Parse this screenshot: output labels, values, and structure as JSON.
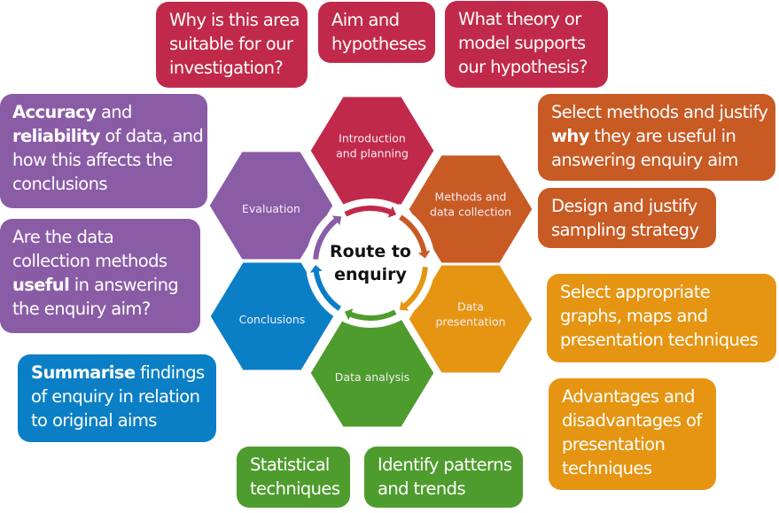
{
  "diagram": {
    "title": "Route to enquiry",
    "title_lines": [
      "Route to",
      "enquiry"
    ],
    "colors": {
      "introduction": "#c1294a",
      "methods": "#c85a24",
      "presentation": "#e59512",
      "analysis": "#4e9c2d",
      "conclusions": "#0b7fc6",
      "evaluation": "#8a5ca6"
    },
    "stages": [
      {
        "id": "introduction",
        "lines": [
          "Introduction",
          "and planning"
        ],
        "color": "#c1294a"
      },
      {
        "id": "methods",
        "lines": [
          "Methods and",
          "data collection"
        ],
        "color": "#c85a24"
      },
      {
        "id": "presentation",
        "lines": [
          "Data",
          "presentation"
        ],
        "color": "#e59512"
      },
      {
        "id": "analysis",
        "lines": [
          "Data analysis"
        ],
        "color": "#4e9c2d"
      },
      {
        "id": "conclusions",
        "lines": [
          "Conclusions"
        ],
        "color": "#0b7fc6"
      },
      {
        "id": "evaluation",
        "lines": [
          "Evaluation"
        ],
        "color": "#8a5ca6"
      }
    ],
    "cycle_direction": "clockwise"
  },
  "notes": {
    "intro_area": {
      "lines": [
        [
          {
            "t": "Why is this area"
          }
        ],
        [
          {
            "t": "suitable for our"
          }
        ],
        [
          {
            "t": "investigation?"
          }
        ]
      ]
    },
    "intro_aim": {
      "lines": [
        [
          {
            "t": "Aim and"
          }
        ],
        [
          {
            "t": "hypotheses"
          }
        ]
      ]
    },
    "intro_theory": {
      "lines": [
        [
          {
            "t": "What theory or"
          }
        ],
        [
          {
            "t": "model supports"
          }
        ],
        [
          {
            "t": "our hypothesis?"
          }
        ]
      ]
    },
    "methods_select": {
      "lines": [
        [
          {
            "t": "Select methods and justify"
          }
        ],
        [
          {
            "t": "why",
            "b": true
          },
          {
            "t": " they are useful in"
          }
        ],
        [
          {
            "t": "answering enquiry aim"
          }
        ]
      ]
    },
    "methods_sampling": {
      "lines": [
        [
          {
            "t": "Design and justify"
          }
        ],
        [
          {
            "t": "sampling strategy"
          }
        ]
      ]
    },
    "presentation_select": {
      "lines": [
        [
          {
            "t": "Select appropriate"
          }
        ],
        [
          {
            "t": "graphs, maps and"
          }
        ],
        [
          {
            "t": "presentation techniques"
          }
        ]
      ]
    },
    "presentation_adv": {
      "lines": [
        [
          {
            "t": "Advantages and"
          }
        ],
        [
          {
            "t": "disadvantages of"
          }
        ],
        [
          {
            "t": "presentation"
          }
        ],
        [
          {
            "t": "techniques"
          }
        ]
      ]
    },
    "analysis_stats": {
      "lines": [
        [
          {
            "t": "Statistical"
          }
        ],
        [
          {
            "t": "techniques"
          }
        ]
      ]
    },
    "analysis_patterns": {
      "lines": [
        [
          {
            "t": "Identify patterns"
          }
        ],
        [
          {
            "t": "and trends"
          }
        ]
      ]
    },
    "conclusions_summarise": {
      "lines": [
        [
          {
            "t": "Summarise",
            "b": true
          },
          {
            "t": " findings"
          }
        ],
        [
          {
            "t": "of enquiry in relation"
          }
        ],
        [
          {
            "t": "to original aims"
          }
        ]
      ]
    },
    "evaluation_accuracy": {
      "lines": [
        [
          {
            "t": "Accuracy",
            "b": true
          },
          {
            "t": " and"
          }
        ],
        [
          {
            "t": "reliability",
            "b": true
          },
          {
            "t": " of data, and"
          }
        ],
        [
          {
            "t": "how this affects the"
          }
        ],
        [
          {
            "t": "conclusions"
          }
        ]
      ]
    },
    "evaluation_useful": {
      "lines": [
        [
          {
            "t": "Are the data"
          }
        ],
        [
          {
            "t": "collection methods"
          }
        ],
        [
          {
            "t": "useful",
            "b": true
          },
          {
            "t": " in answering"
          }
        ],
        [
          {
            "t": "the enquiry aim?"
          }
        ]
      ]
    }
  }
}
